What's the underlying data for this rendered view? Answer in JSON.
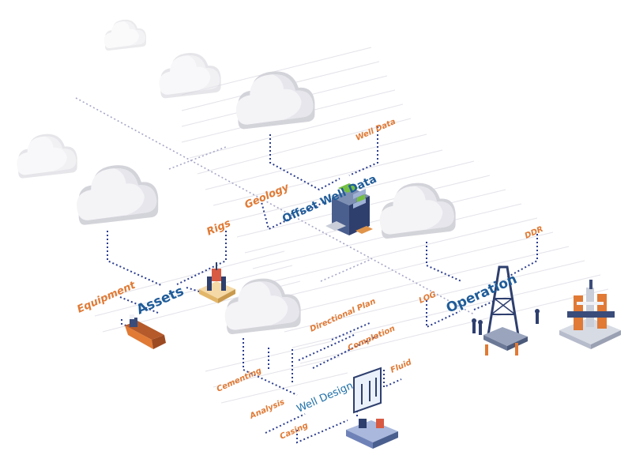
{
  "hubs": {
    "assets": "Assets",
    "offset_well_data": "Offset Well Data",
    "operation": "Operation",
    "well_design": "Well Design"
  },
  "labels": {
    "equipment": "Equipment",
    "rigs": "Rigs",
    "geology": "Geology",
    "well_data": "Well Data",
    "ddr": "DDR",
    "log": "LOG",
    "directional_plan": "Directional Plan",
    "completion": "Completion",
    "cementing": "Cementing",
    "analysis": "Analysis",
    "casing": "Casing",
    "fluid": "Fluid"
  },
  "icons": [
    "cloud-icon",
    "server-cabinet-icon",
    "oil-tanker-icon",
    "drilling-rig-platform-icon",
    "oil-derrick-icon",
    "offshore-platform-icon",
    "well-design-device-icon"
  ],
  "colors": {
    "label_orange": "#e07a35",
    "hub_blue": "#1f5c99",
    "connector_blue": "#2b3d8f",
    "cloud_light": "#f4f4f7",
    "cloud_shade": "#d3d3da"
  }
}
